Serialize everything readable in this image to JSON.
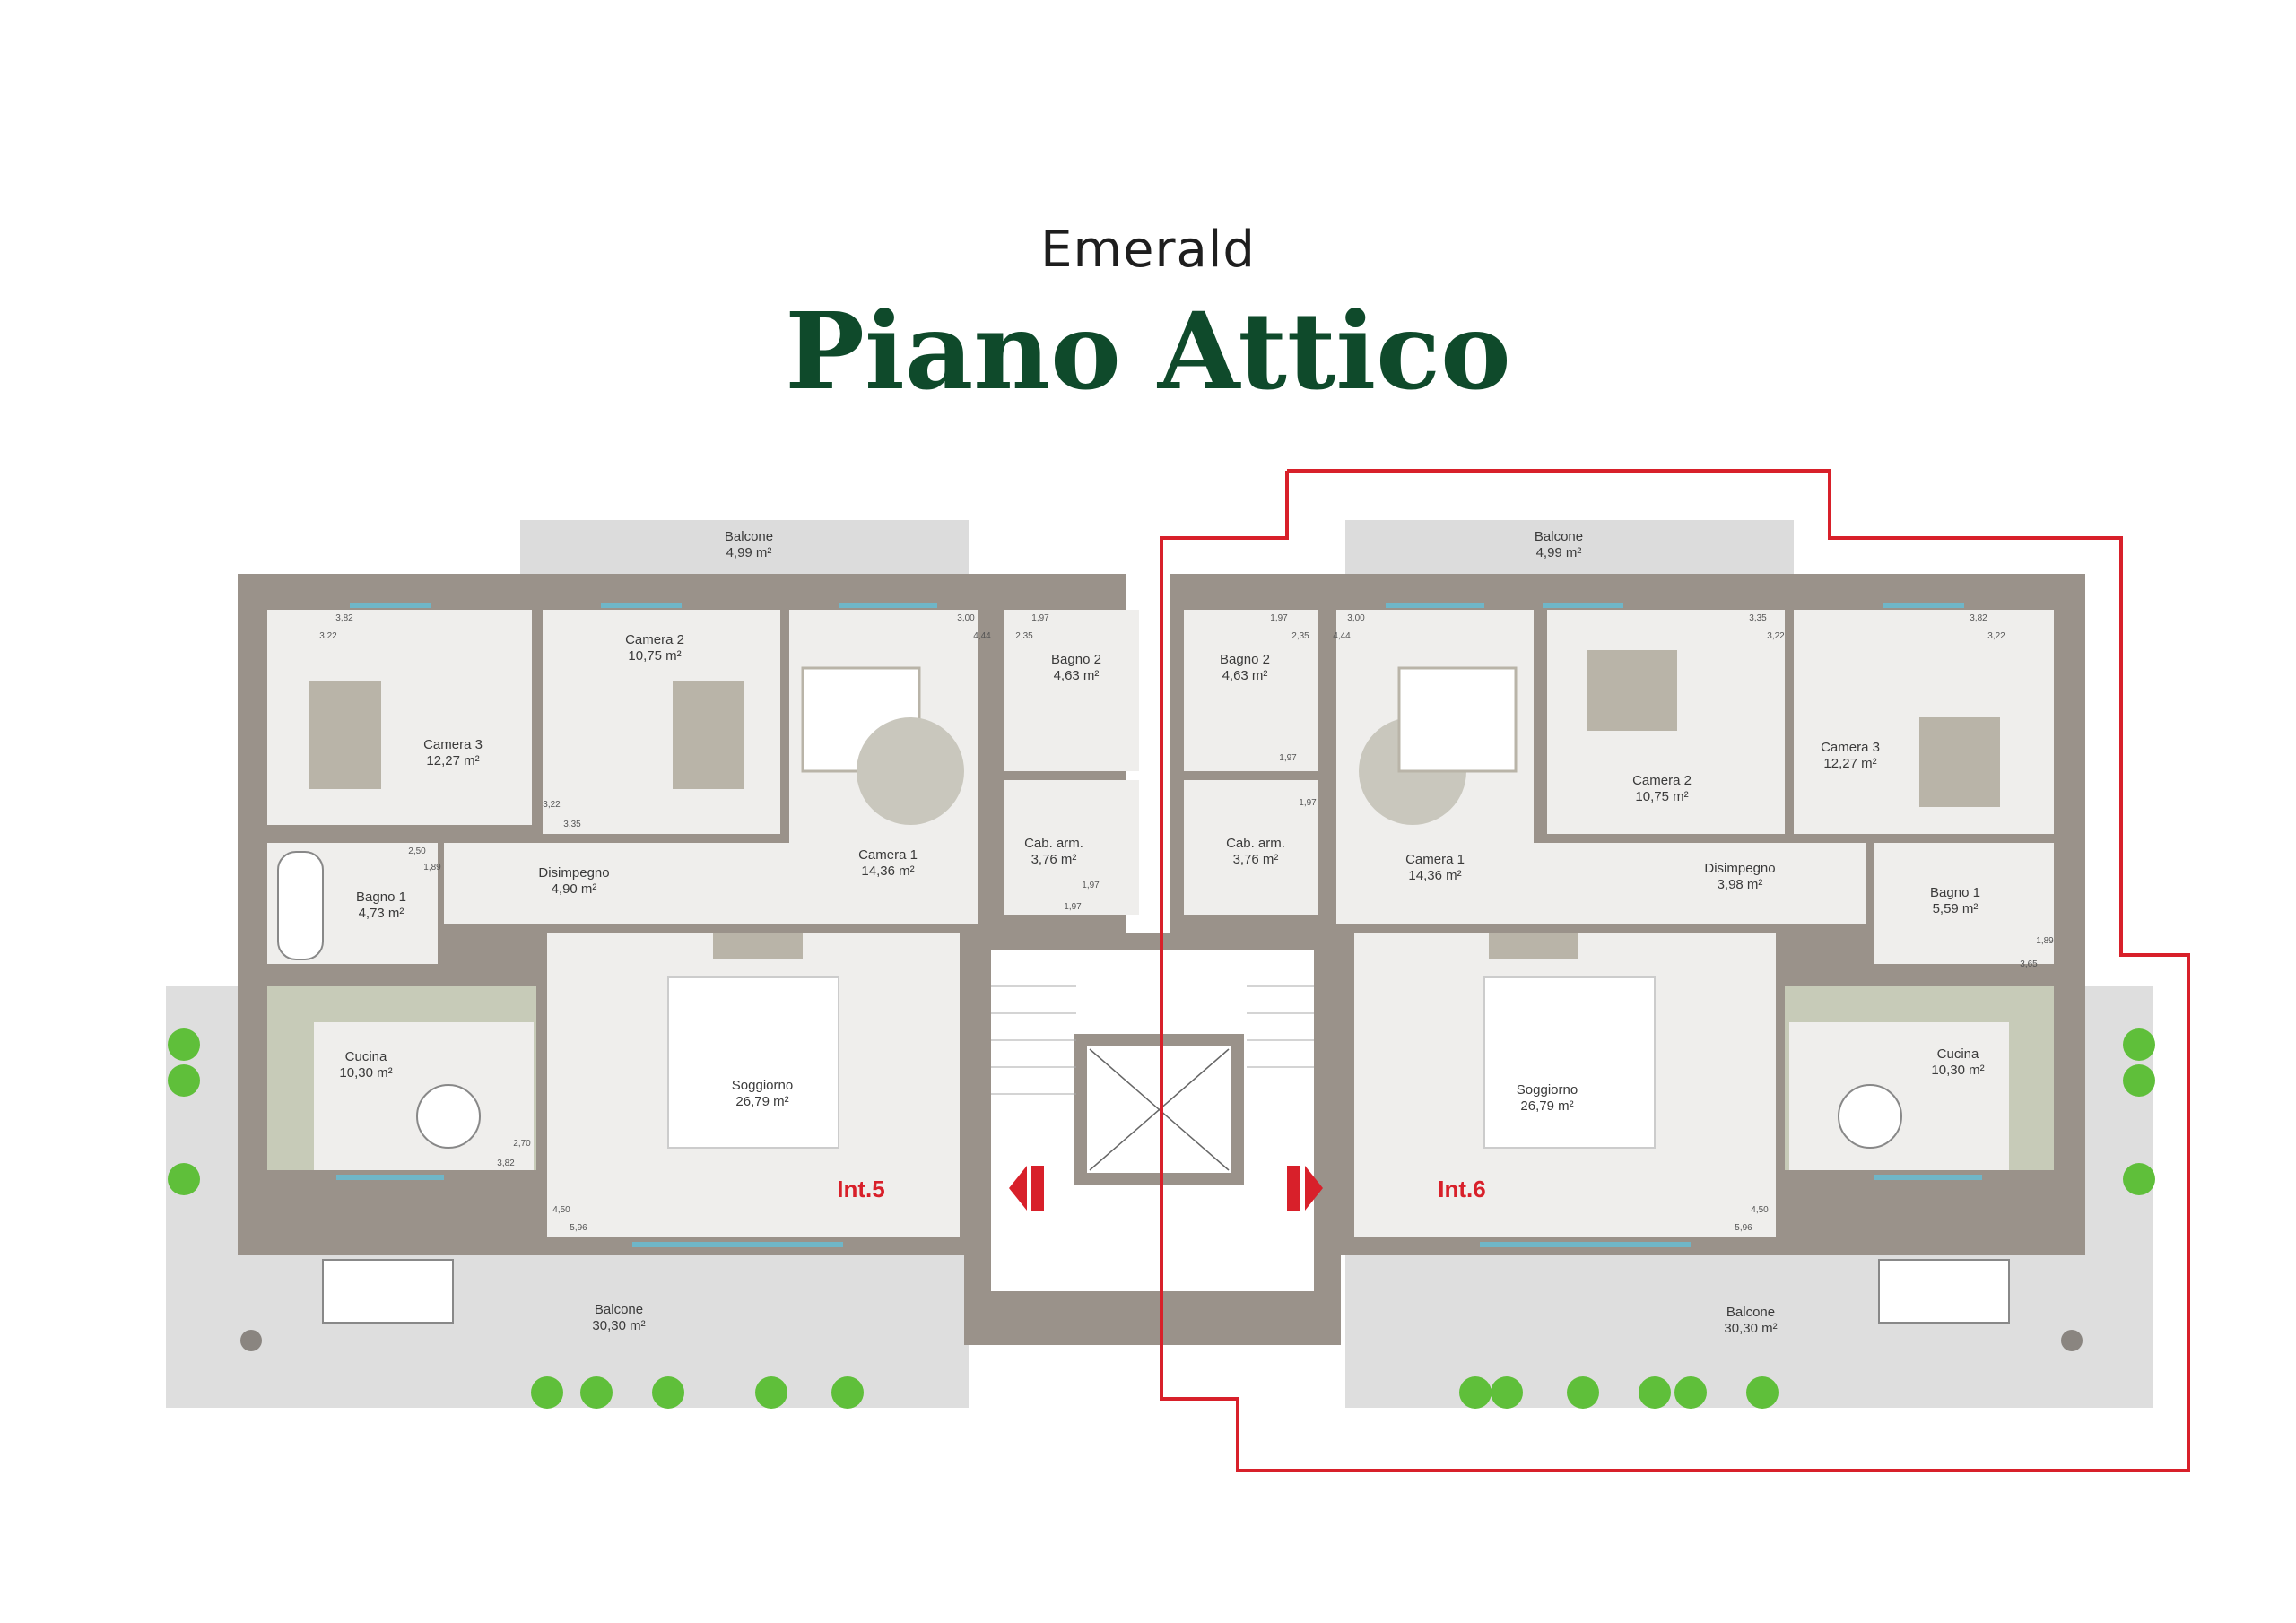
{
  "header": {
    "subtitle": "Emerald",
    "title": "Piano Attico"
  },
  "units": {
    "left": "Int.5",
    "right": "Int.6"
  },
  "rooms": [
    {
      "id": "l-balcone-top",
      "name": "Balcone",
      "area": "4,99 m²"
    },
    {
      "id": "l-camera3",
      "name": "Camera 3",
      "area": "12,27 m²"
    },
    {
      "id": "l-camera2",
      "name": "Camera 2",
      "area": "10,75 m²"
    },
    {
      "id": "l-camera1",
      "name": "Camera 1",
      "area": "14,36 m²"
    },
    {
      "id": "l-bagno2",
      "name": "Bagno 2",
      "area": "4,63 m²"
    },
    {
      "id": "l-cab",
      "name": "Cab. arm.",
      "area": "3,76 m²"
    },
    {
      "id": "l-bagno1",
      "name": "Bagno 1",
      "area": "4,73 m²"
    },
    {
      "id": "l-disimpegno",
      "name": "Disimpegno",
      "area": "4,90 m²"
    },
    {
      "id": "l-cucina",
      "name": "Cucina",
      "area": "10,30 m²"
    },
    {
      "id": "l-soggiorno",
      "name": "Soggiorno",
      "area": "26,79 m²"
    },
    {
      "id": "l-balcone-bottom",
      "name": "Balcone",
      "area": "30,30 m²"
    },
    {
      "id": "r-balcone-top",
      "name": "Balcone",
      "area": "4,99 m²"
    },
    {
      "id": "r-bagno2",
      "name": "Bagno 2",
      "area": "4,63 m²"
    },
    {
      "id": "r-cab",
      "name": "Cab. arm.",
      "area": "3,76 m²"
    },
    {
      "id": "r-camera1",
      "name": "Camera 1",
      "area": "14,36 m²"
    },
    {
      "id": "r-camera2",
      "name": "Camera 2",
      "area": "10,75 m²"
    },
    {
      "id": "r-camera3",
      "name": "Camera 3",
      "area": "12,27 m²"
    },
    {
      "id": "r-disimpegno",
      "name": "Disimpegno",
      "area": "3,98 m²"
    },
    {
      "id": "r-bagno1",
      "name": "Bagno 1",
      "area": "5,59 m²"
    },
    {
      "id": "r-cucina",
      "name": "Cucina",
      "area": "10,30 m²"
    },
    {
      "id": "r-soggiorno",
      "name": "Soggiorno",
      "area": "26,79 m²"
    },
    {
      "id": "r-balcone-bottom",
      "name": "Balcone",
      "area": "30,30 m²"
    }
  ],
  "dimensions": {
    "l_cam3_w": "3,82",
    "l_cam3_h": "3,22",
    "l_cam2_w": "3,35",
    "l_cam2_h": "3,22",
    "l_cam1_w": "3,00",
    "l_cam1_h": "4,44",
    "l_bagno2_w": "1,97",
    "l_bagno2_h": "2,35",
    "l_bagno1_w": "2,50",
    "l_bagno1_h": "1,89",
    "l_cab_w": "1,97",
    "l_cab_h": "1,97",
    "l_cucina_w": "3,82",
    "l_cucina_h": "2,70",
    "l_sogg_w": "5,96",
    "l_sogg_h": "4,50",
    "r_bagno2_w": "1,97",
    "r_bagno2_h": "2,35",
    "r_cab_w": "1,97",
    "r_cab_h": "1,97",
    "r_cam1_w": "3,00",
    "r_cam1_h": "4,44",
    "r_cam2_w": "3,35",
    "r_cam2_h": "3,22",
    "r_cam3_w": "3,82",
    "r_cam3_h": "3,22",
    "r_bagno1_w": "3,65",
    "r_bagno1_h": "1,89",
    "r_sogg_w": "5,96",
    "r_sogg_h": "4,50"
  },
  "colors": {
    "wall": "#9a928a",
    "floor": "#efeeec",
    "kitchen": "#c7cbb8",
    "furniture": "#b9b4a8",
    "deck": "#d9d9d9",
    "accent": "#d8202a",
    "title": "#0f4a2b",
    "window": "#6fb6c8",
    "plant": "#5fbf3a"
  }
}
